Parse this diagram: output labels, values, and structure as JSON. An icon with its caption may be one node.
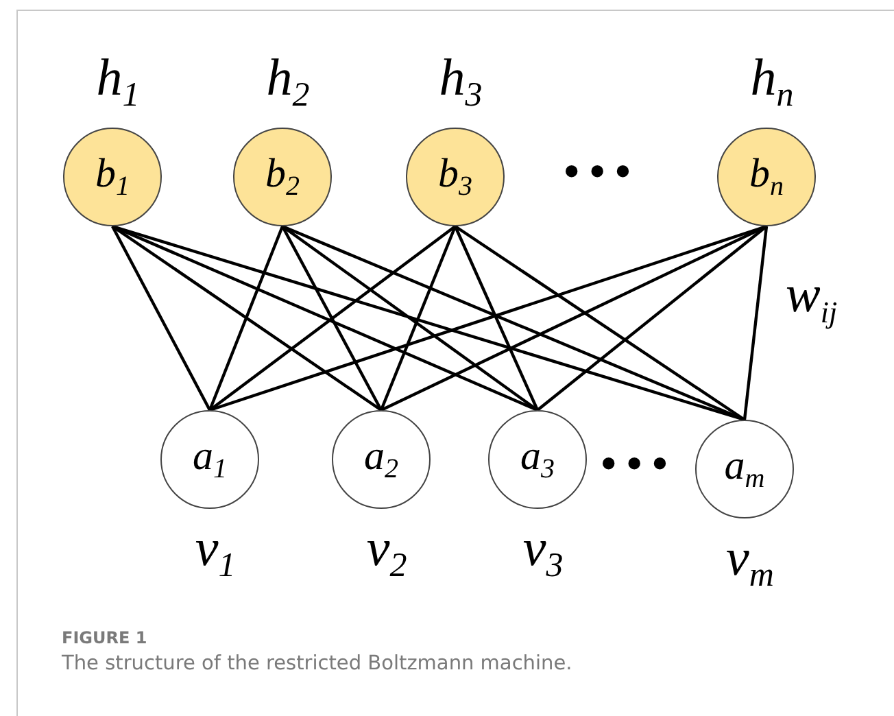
{
  "diagram": {
    "caption": "The structure of the restricted Boltzmann machine.",
    "nodes": [
      {
        "text": [
          "b$_{1}$"
        ],
        "beside": [
          "h$_{1}$"
        ]
      },
      {
        "text": [
          "b$_{2}$"
        ],
        "beside": [
          "h$_{2}$"
        ]
      },
      {
        "text": [
          "b$_{3}$"
        ],
        "beside": [
          "h$_{3}$"
        ]
      },
      {
        "text": [
          "b$_{n}$"
        ],
        "beside": [
          "h$_{n}$"
        ]
      },
      {
        "text": [
          "a$_{1}$"
        ],
        "beside": [
          "v$_{1}$"
        ]
      },
      {
        "text": [
          "a$_{2}$"
        ],
        "beside": [
          "v$_{2}$"
        ]
      },
      {
        "text": [
          "a$_{3}$"
        ],
        "beside": [
          "v$_{3}$"
        ]
      },
      {
        "text": [
          "a$_{m}$"
        ],
        "beside": [
          "v$_{m}$"
        ]
      }
    ],
    "edges": [
      {
        "from": 0,
        "to": 4,
        "arrow": "none"
      },
      {
        "from": 0,
        "to": 5,
        "arrow": "none"
      },
      {
        "from": 0,
        "to": 6,
        "arrow": "none"
      },
      {
        "from": 0,
        "to": 7,
        "arrow": "none"
      },
      {
        "from": 1,
        "to": 4,
        "arrow": "none"
      },
      {
        "from": 1,
        "to": 5,
        "arrow": "none"
      },
      {
        "from": 1,
        "to": 6,
        "arrow": "none"
      },
      {
        "from": 1,
        "to": 7,
        "arrow": "none"
      },
      {
        "from": 2,
        "to": 4,
        "arrow": "none"
      },
      {
        "from": 2,
        "to": 5,
        "arrow": "none"
      },
      {
        "from": 2,
        "to": 6,
        "arrow": "none"
      },
      {
        "from": 2,
        "to": 7,
        "arrow": "none"
      },
      {
        "from": 3,
        "to": 4,
        "arrow": "none"
      },
      {
        "from": 3,
        "to": 5,
        "arrow": "none"
      },
      {
        "from": 3,
        "to": 6,
        "arrow": "none"
      },
      {
        "from": 3,
        "to": 7,
        "arrow": "none",
        "label": "w$_{ij}$"
      }
    ],
    "labels": [
      "•••",
      "•••",
      "FIGURE 1"
    ]
  }
}
